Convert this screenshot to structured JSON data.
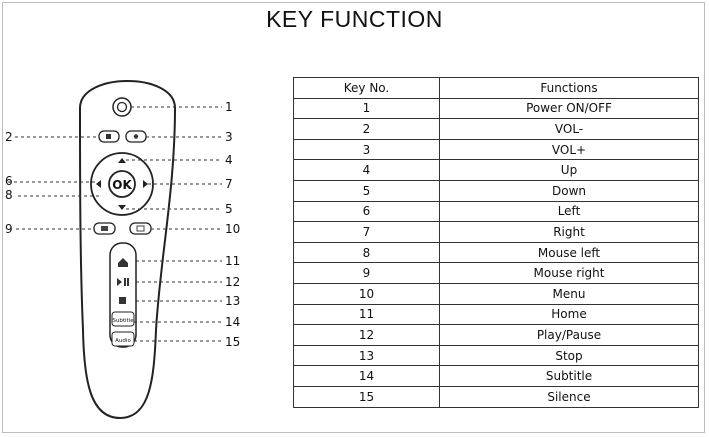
{
  "title": "KEY FUNCTION",
  "remote": {
    "ok_label": "OK",
    "subtitle_label": "Subtitle",
    "audio_label": "Audio"
  },
  "callouts": [
    "1",
    "2",
    "3",
    "4",
    "5",
    "6",
    "7",
    "8",
    "9",
    "10",
    "11",
    "12",
    "13",
    "14",
    "15"
  ],
  "table": {
    "headers": [
      "Key No.",
      "Functions"
    ],
    "rows": [
      [
        "1",
        "Power ON/OFF"
      ],
      [
        "2",
        "VOL-"
      ],
      [
        "3",
        "VOL+"
      ],
      [
        "4",
        "Up"
      ],
      [
        "5",
        "Down"
      ],
      [
        "6",
        "Left"
      ],
      [
        "7",
        "Right"
      ],
      [
        "8",
        "Mouse left"
      ],
      [
        "9",
        "Mouse right"
      ],
      [
        "10",
        "Menu"
      ],
      [
        "11",
        "Home"
      ],
      [
        "12",
        "Play/Pause"
      ],
      [
        "13",
        "Stop"
      ],
      [
        "14",
        "Subtitle"
      ],
      [
        "15",
        "Silence"
      ]
    ]
  }
}
